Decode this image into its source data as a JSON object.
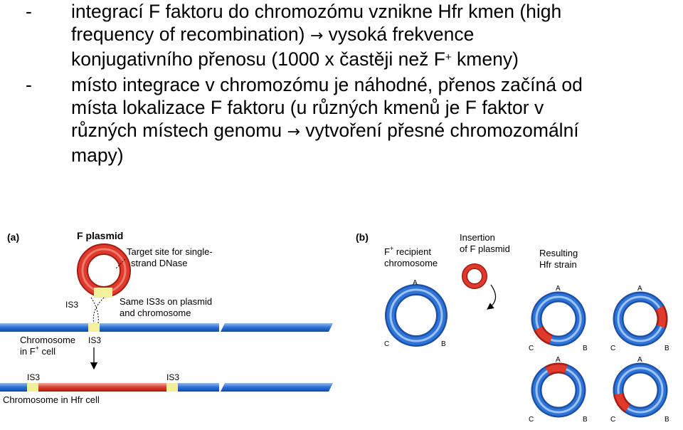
{
  "bullets": [
    {
      "dash": "-",
      "line1": "integrací F faktoru do chromozómu vznikne Hfr kmen (high",
      "line2": "frequency of recombination)",
      "arrow": "→",
      "line2b": "vysoká frekvence",
      "line3a": "konjugativního přenosu (1000 x častěji než F",
      "sup": "+",
      "line3b": " kmeny)"
    },
    {
      "dash": "-",
      "line1": "místo integrace v chromozómu je náhodné, přenos začíná od",
      "line2": "místa lokalizace F faktoru (u různých kmenů je F faktor v",
      "line3a": "různých místech genomu",
      "arrow": "→",
      "line3b": "vytvoření přesné chromozomální",
      "line4": "mapy)"
    }
  ],
  "figure_a": {
    "panel_label": "(a)",
    "f_plasmid": "F plasmid",
    "target_site_line1": "Target site for single-",
    "target_site_line2": "strand DNase",
    "is3_left": "IS3",
    "same_is3_line1": "Same IS3s on plasmid",
    "same_is3_line2": "and chromosome",
    "chromosome_line1": "Chromosome",
    "chromosome_line2": "in F",
    "chromosome_sup": "+",
    "chromosome_line2b": " cell",
    "is3_below": "IS3",
    "is3_bottom_left": "IS3",
    "is3_bottom_right": "IS3",
    "hfr_chromosome": "Chromosome in Hfr cell"
  },
  "figure_b": {
    "panel_label": "(b)",
    "recipient_line1": "F",
    "recipient_sup": "+",
    "recipient_line1b": " recipient",
    "recipient_line2": "chromosome",
    "insertion_line1": "Insertion",
    "insertion_line2": "of F plasmid",
    "resulting_line1": "Resulting",
    "resulting_line2": "Hfr strain",
    "label_a": "A",
    "label_b": "B",
    "label_c": "C"
  },
  "colors": {
    "chromosome_blue": "#2a6fd6",
    "plasmid_red": "#e03a2c",
    "is3_yellow": "#f3ef9a"
  }
}
